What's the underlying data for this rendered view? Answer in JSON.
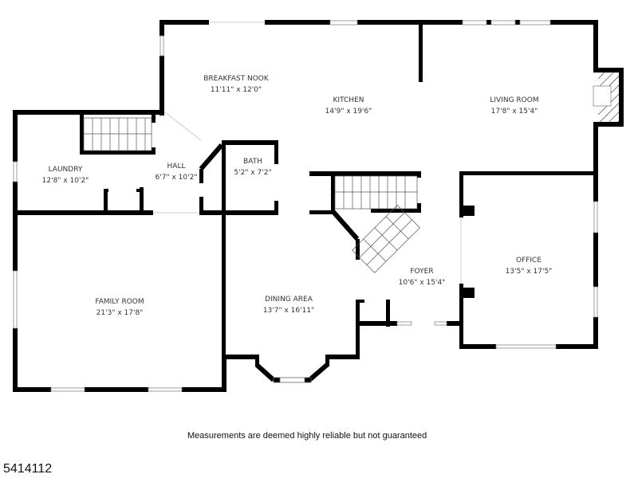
{
  "floorplan": {
    "wall_color": "#000000",
    "background": "#ffffff",
    "rooms": [
      {
        "name": "BREAKFAST NOOK",
        "dimensions": "11'11\" x 12'0\""
      },
      {
        "name": "KITCHEN",
        "dimensions": "14'9\" x 19'6\""
      },
      {
        "name": "LIVING ROOM",
        "dimensions": "17'8\" x 15'4\""
      },
      {
        "name": "LAUNDRY",
        "dimensions": "12'8\" x 10'2\""
      },
      {
        "name": "HALL",
        "dimensions": "6'7\" x 10'2\""
      },
      {
        "name": "BATH",
        "dimensions": "5'2\" x 7'2\""
      },
      {
        "name": "FOYER",
        "dimensions": "10'6\" x 15'4\""
      },
      {
        "name": "OFFICE",
        "dimensions": "13'5\" x 17'5\""
      },
      {
        "name": "FAMILY ROOM",
        "dimensions": "21'3\" x 17'8\""
      },
      {
        "name": "DINING AREA",
        "dimensions": "13'7\" x 16'11\""
      }
    ]
  },
  "footer": {
    "disclaimer": "Measurements are deemed highly reliable but not guaranteed",
    "listing_id": "5414112"
  }
}
